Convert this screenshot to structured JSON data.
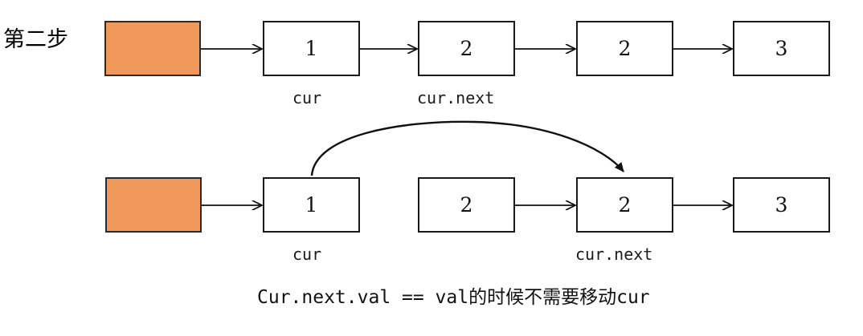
{
  "diagram": {
    "step_label": "第二步",
    "caption": "Cur.next.val == val的时候不需要移动cur",
    "colors": {
      "head_fill": "#ef9a5b",
      "stroke": "#1a1a1a",
      "box_fill": "#ffffff",
      "background": "#ffffff"
    },
    "rows": [
      {
        "id": "row-before",
        "head": {
          "label": "",
          "type": "head-pointer"
        },
        "nodes": [
          {
            "value": "1",
            "pointer": "cur"
          },
          {
            "value": "2",
            "pointer": "cur.next"
          },
          {
            "value": "2",
            "pointer": ""
          },
          {
            "value": "3",
            "pointer": ""
          }
        ],
        "links": [
          "head-to-1",
          "1-to-2",
          "2-to-2",
          "2-to-3"
        ],
        "curved_link": null
      },
      {
        "id": "row-after",
        "head": {
          "label": "",
          "type": "head-pointer"
        },
        "nodes": [
          {
            "value": "1",
            "pointer": "cur"
          },
          {
            "value": "2",
            "pointer": ""
          },
          {
            "value": "2",
            "pointer": "cur.next"
          },
          {
            "value": "3",
            "pointer": ""
          }
        ],
        "links": [
          "head-to-1",
          "2-to-2",
          "2-to-3"
        ],
        "curved_link": {
          "from": "1",
          "to": "2",
          "description": "cur.next reassigned, skipping duplicate node"
        }
      }
    ]
  }
}
